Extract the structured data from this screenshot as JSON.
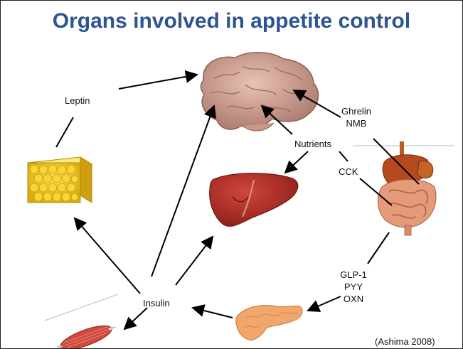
{
  "title": "Organs involved in appetite control",
  "labels": {
    "leptin": "Leptin",
    "ghrelin": "Ghrelin",
    "nmb": "NMB",
    "nutrients": "Nutrients",
    "cck": "CCK",
    "glp1": "GLP-1",
    "pyy": "PYY",
    "oxn": "OXN",
    "insulin": "Insulin"
  },
  "citation": "(Ashima 2008)",
  "organs": [
    "brain",
    "adipose tissue",
    "liver",
    "stomach and intestines",
    "pancreas",
    "muscle"
  ]
}
